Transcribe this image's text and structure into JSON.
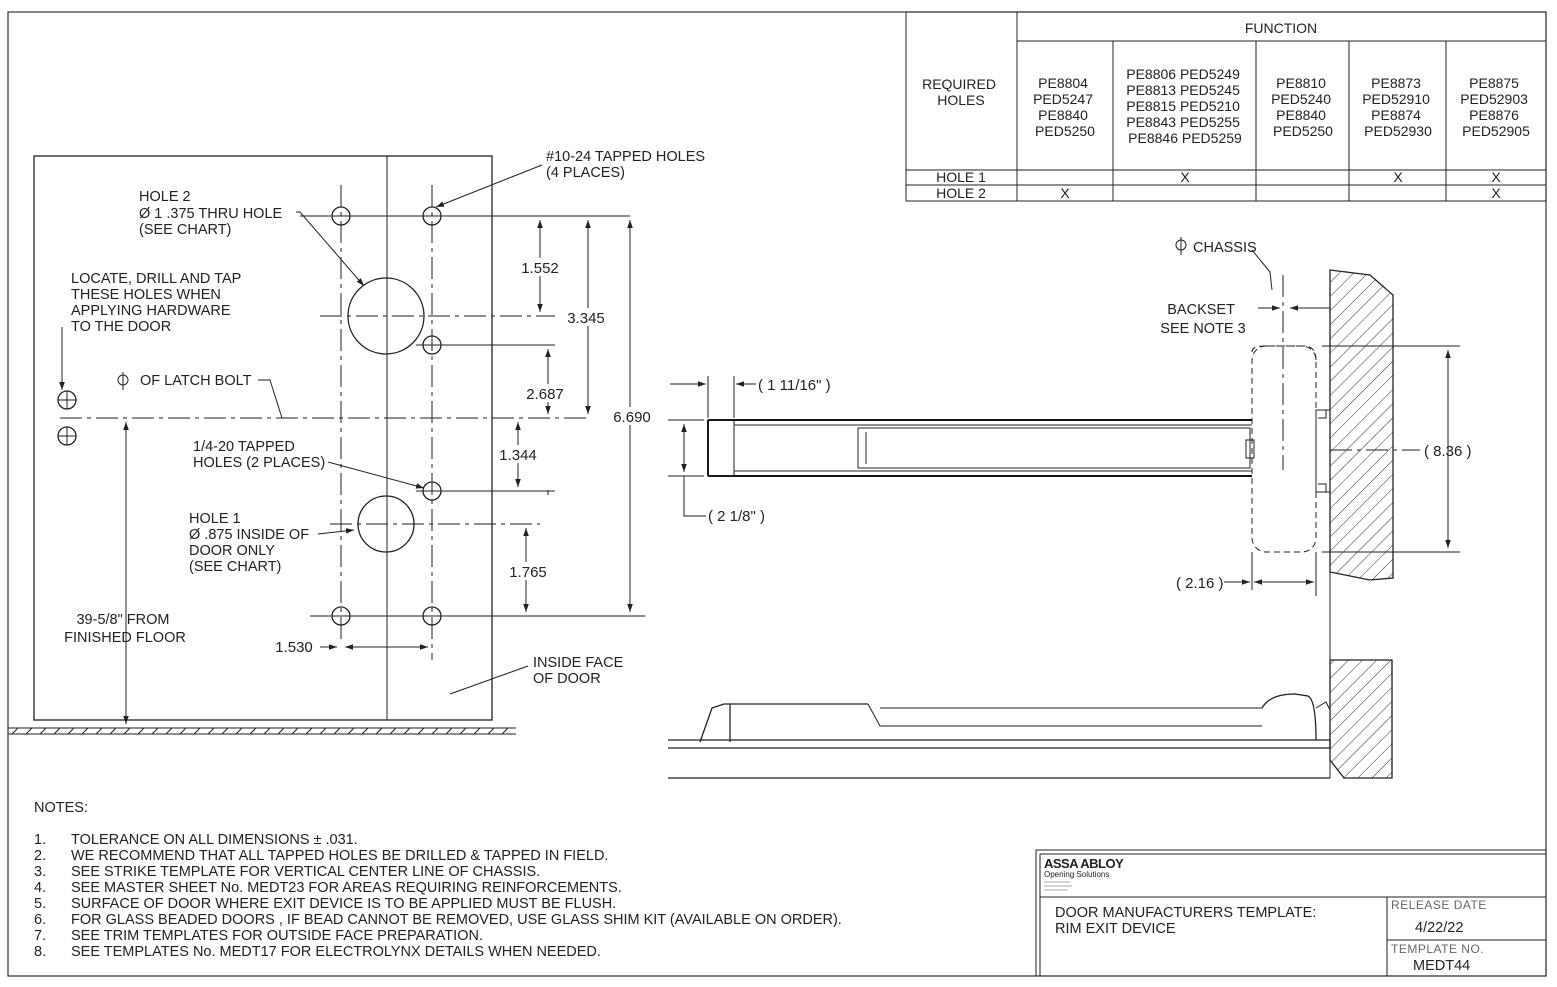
{
  "function_table": {
    "header": "FUNCTION",
    "row_header": [
      "REQUIRED",
      "HOLES"
    ],
    "columns": [
      [
        "PE8804",
        "PED5247",
        "PE8840",
        "PED5250"
      ],
      [
        "PE8806 PED5249",
        "PE8813 PED5245",
        "PE8815 PED5210",
        "PE8843 PED5255",
        "PE8846 PED5259"
      ],
      [
        "PE8810",
        "PED5240",
        "PE8840",
        "PED5250"
      ],
      [
        "PE8873",
        "PED52910",
        "PE8874",
        "PED52930"
      ],
      [
        "PE8875",
        "PED52903",
        "PE8876",
        "PED52905"
      ]
    ],
    "rows": [
      {
        "label": "HOLE 1",
        "marks": [
          "",
          "X",
          "",
          "X",
          "X"
        ]
      },
      {
        "label": "HOLE 2",
        "marks": [
          "X",
          "",
          "",
          "",
          "X"
        ]
      }
    ]
  },
  "front_view": {
    "tapped_10_24": [
      "#10-24 TAPPED HOLES",
      "(4 PLACES)"
    ],
    "hole2": [
      "HOLE 2",
      "Ø 1 .375 THRU HOLE",
      "(SEE CHART)"
    ],
    "locate_note": [
      "LOCATE, DRILL AND TAP",
      "THESE HOLES WHEN",
      "APPLYING HARDWARE",
      "TO THE DOOR"
    ],
    "latch_bolt": "OF LATCH BOLT",
    "tapped_1_4_20": [
      "1/4-20 TAPPED",
      "HOLES (2 PLACES)"
    ],
    "hole1": [
      "HOLE 1",
      "Ø .875 INSIDE OF",
      "DOOR ONLY",
      "(SEE CHART)"
    ],
    "floor_note": [
      "39-5/8\" FROM",
      "FINISHED FLOOR"
    ],
    "inside_face": [
      "INSIDE FACE",
      "OF DOOR"
    ],
    "dims": {
      "d1552": "1.552",
      "d3345": "3.345",
      "d2687": "2.687",
      "d6690": "6.690",
      "d1344": "1.344",
      "d1765": "1.765",
      "d1530": "1.530"
    }
  },
  "side_view": {
    "chassis": "CHASSIS",
    "backset": [
      "BACKSET",
      "SEE NOTE 3"
    ],
    "d_1_11_16": "( 1 11/16\" )",
    "d_2_1_8": "( 2 1/8\" )",
    "d_8_36": "( 8.36 )",
    "d_2_16": "( 2.16 )"
  },
  "notes": {
    "heading": "NOTES:",
    "items": [
      {
        "num": "1.",
        "text": "TOLERANCE ON ALL DIMENSIONS ± .031."
      },
      {
        "num": "2.",
        "text": "WE RECOMMEND THAT ALL TAPPED HOLES BE DRILLED & TAPPED IN FIELD."
      },
      {
        "num": "3.",
        "text": "SEE STRIKE TEMPLATE FOR VERTICAL CENTER LINE OF CHASSIS."
      },
      {
        "num": "4.",
        "text": "SEE MASTER SHEET No. MEDT23 FOR AREAS REQUIRING REINFORCEMENTS."
      },
      {
        "num": "5.",
        "text": "SURFACE OF DOOR WHERE EXIT DEVICE IS TO BE APPLIED MUST BE FLUSH."
      },
      {
        "num": "6.",
        "text": "FOR GLASS BEADED DOORS , IF BEAD CANNOT BE REMOVED, USE GLASS SHIM KIT (AVAILABLE ON ORDER)."
      },
      {
        "num": "7.",
        "text": "SEE TRIM TEMPLATES FOR OUTSIDE FACE PREPARATION."
      },
      {
        "num": "8.",
        "text": "SEE TEMPLATES No. MEDT17 FOR ELECTROLYNX DETAILS WHEN NEEDED."
      }
    ]
  },
  "title_block": {
    "brand": "ASSA ABLOY",
    "brand_sub": "Opening Solutions",
    "title": [
      "DOOR MANUFACTURERS TEMPLATE:",
      "RIM EXIT DEVICE"
    ],
    "release_label": "RELEASE DATE",
    "release_date": "4/22/22",
    "template_label": "TEMPLATE NO.",
    "template_no": "MEDT44"
  }
}
